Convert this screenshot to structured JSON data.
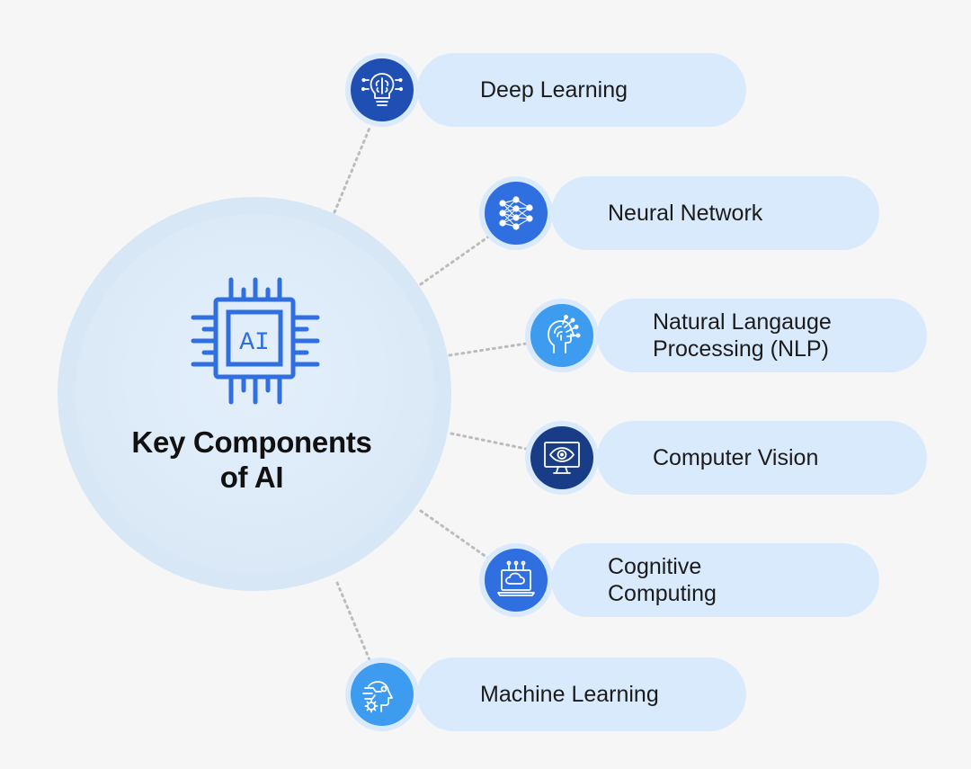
{
  "center": {
    "title_line1": "Key Components",
    "title_line2": "of AI",
    "icon": "ai-chip-icon",
    "icon_text": "AI"
  },
  "components": [
    {
      "label": "Deep Learning",
      "icon": "brain-lightbulb-icon",
      "badge_color": "#1f4fb3"
    },
    {
      "label": "Neural Network",
      "icon": "neural-network-icon",
      "badge_color": "#2f6fe0"
    },
    {
      "label_line1": "Natural Langauge",
      "label_line2": "Processing (NLP)",
      "icon": "head-brain-icon",
      "badge_color": "#3d9bf0"
    },
    {
      "label": "Computer Vision",
      "icon": "monitor-eye-icon",
      "badge_color": "#183d86"
    },
    {
      "label_line1": "Cognitive",
      "label_line2": "Computing",
      "icon": "laptop-cloud-icon",
      "badge_color": "#2f6fe0"
    },
    {
      "label": "Machine Learning",
      "icon": "head-gear-icon",
      "badge_color": "#3d9bf0"
    }
  ],
  "colors": {
    "background": "#f6f6f7",
    "pill": "#daeafd",
    "center_ring": "#d7e7f6",
    "connector": "#bcbcbc",
    "icon_blue": "#2f6fe0"
  }
}
